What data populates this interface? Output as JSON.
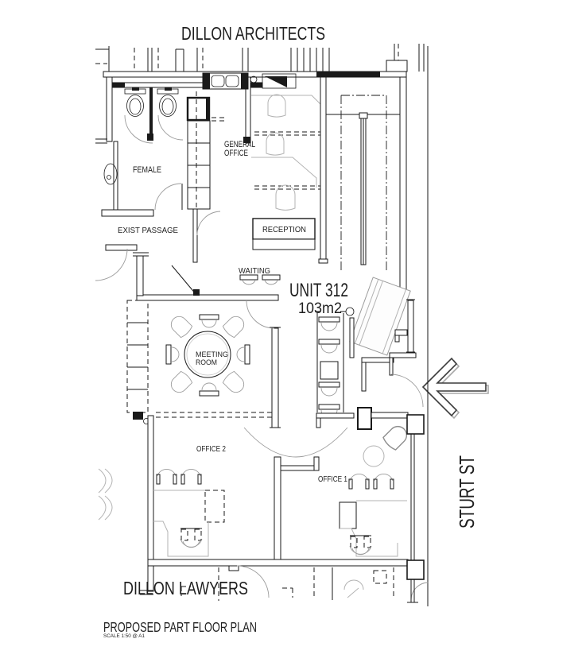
{
  "header": {
    "title": "DILLON ARCHITECTS"
  },
  "unit": {
    "number": "UNIT 312",
    "area": "103m2"
  },
  "street": {
    "name": "STURT ST"
  },
  "rooms": {
    "female": "FEMALE",
    "exist_passage": "EXIST PASSAGE",
    "general_office": [
      "GENERAL",
      "OFFICE"
    ],
    "reception": "RECEPTION",
    "waiting": "WAITING",
    "meeting_room": [
      "MEETING",
      "ROOM"
    ],
    "office2": "OFFICE 2",
    "office1": "OFFICE 1"
  },
  "footer": {
    "tenant": "DILLON LAWYERS",
    "plan_title": "PROPOSED PART FLOOR PLAN",
    "scale_note": "SCALE 1:50 @ A1"
  },
  "colors": {
    "line": "#1a1a1a",
    "furniture_gray": "#b3b3b3",
    "muted_text": "#8f8f8f"
  }
}
